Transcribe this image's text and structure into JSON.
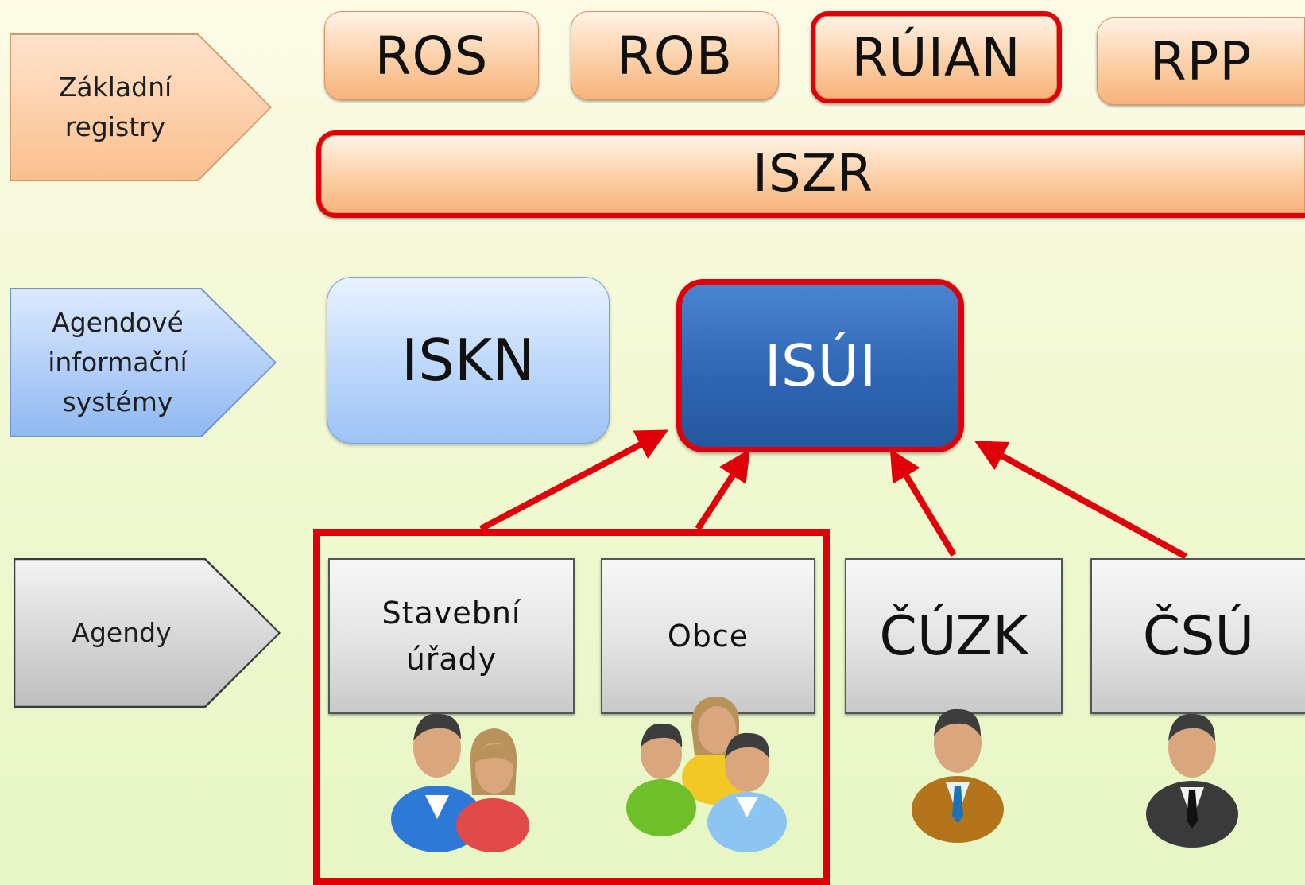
{
  "categories": {
    "zakladni": {
      "line1": "Základní",
      "line2": "registry"
    },
    "agendove": {
      "line1": "Agendové",
      "line2": "informační",
      "line3": "systémy"
    },
    "agendy": {
      "label": "Agendy"
    }
  },
  "registers": {
    "ros": "ROS",
    "rob": "ROB",
    "ruian": "RÚIAN",
    "rpp": "RPP",
    "iszr": "ISZR"
  },
  "systems": {
    "iskn": "ISKN",
    "isui": "ISÚI"
  },
  "agendas": {
    "stavebni": {
      "line1": "Stavební",
      "line2": "úřady"
    },
    "obce": "Obce",
    "cuzk": "ČÚZK",
    "csu": "ČSÚ"
  },
  "colors": {
    "highlight_red": "#e0000a",
    "register_orange": "#fccfa6",
    "system_blue": "#2f66b5",
    "agenda_gray": "#e3e3e3"
  },
  "icons": [
    "people-pair-icon",
    "people-group-icon",
    "person-brown-suit-icon",
    "person-black-suit-icon"
  ]
}
